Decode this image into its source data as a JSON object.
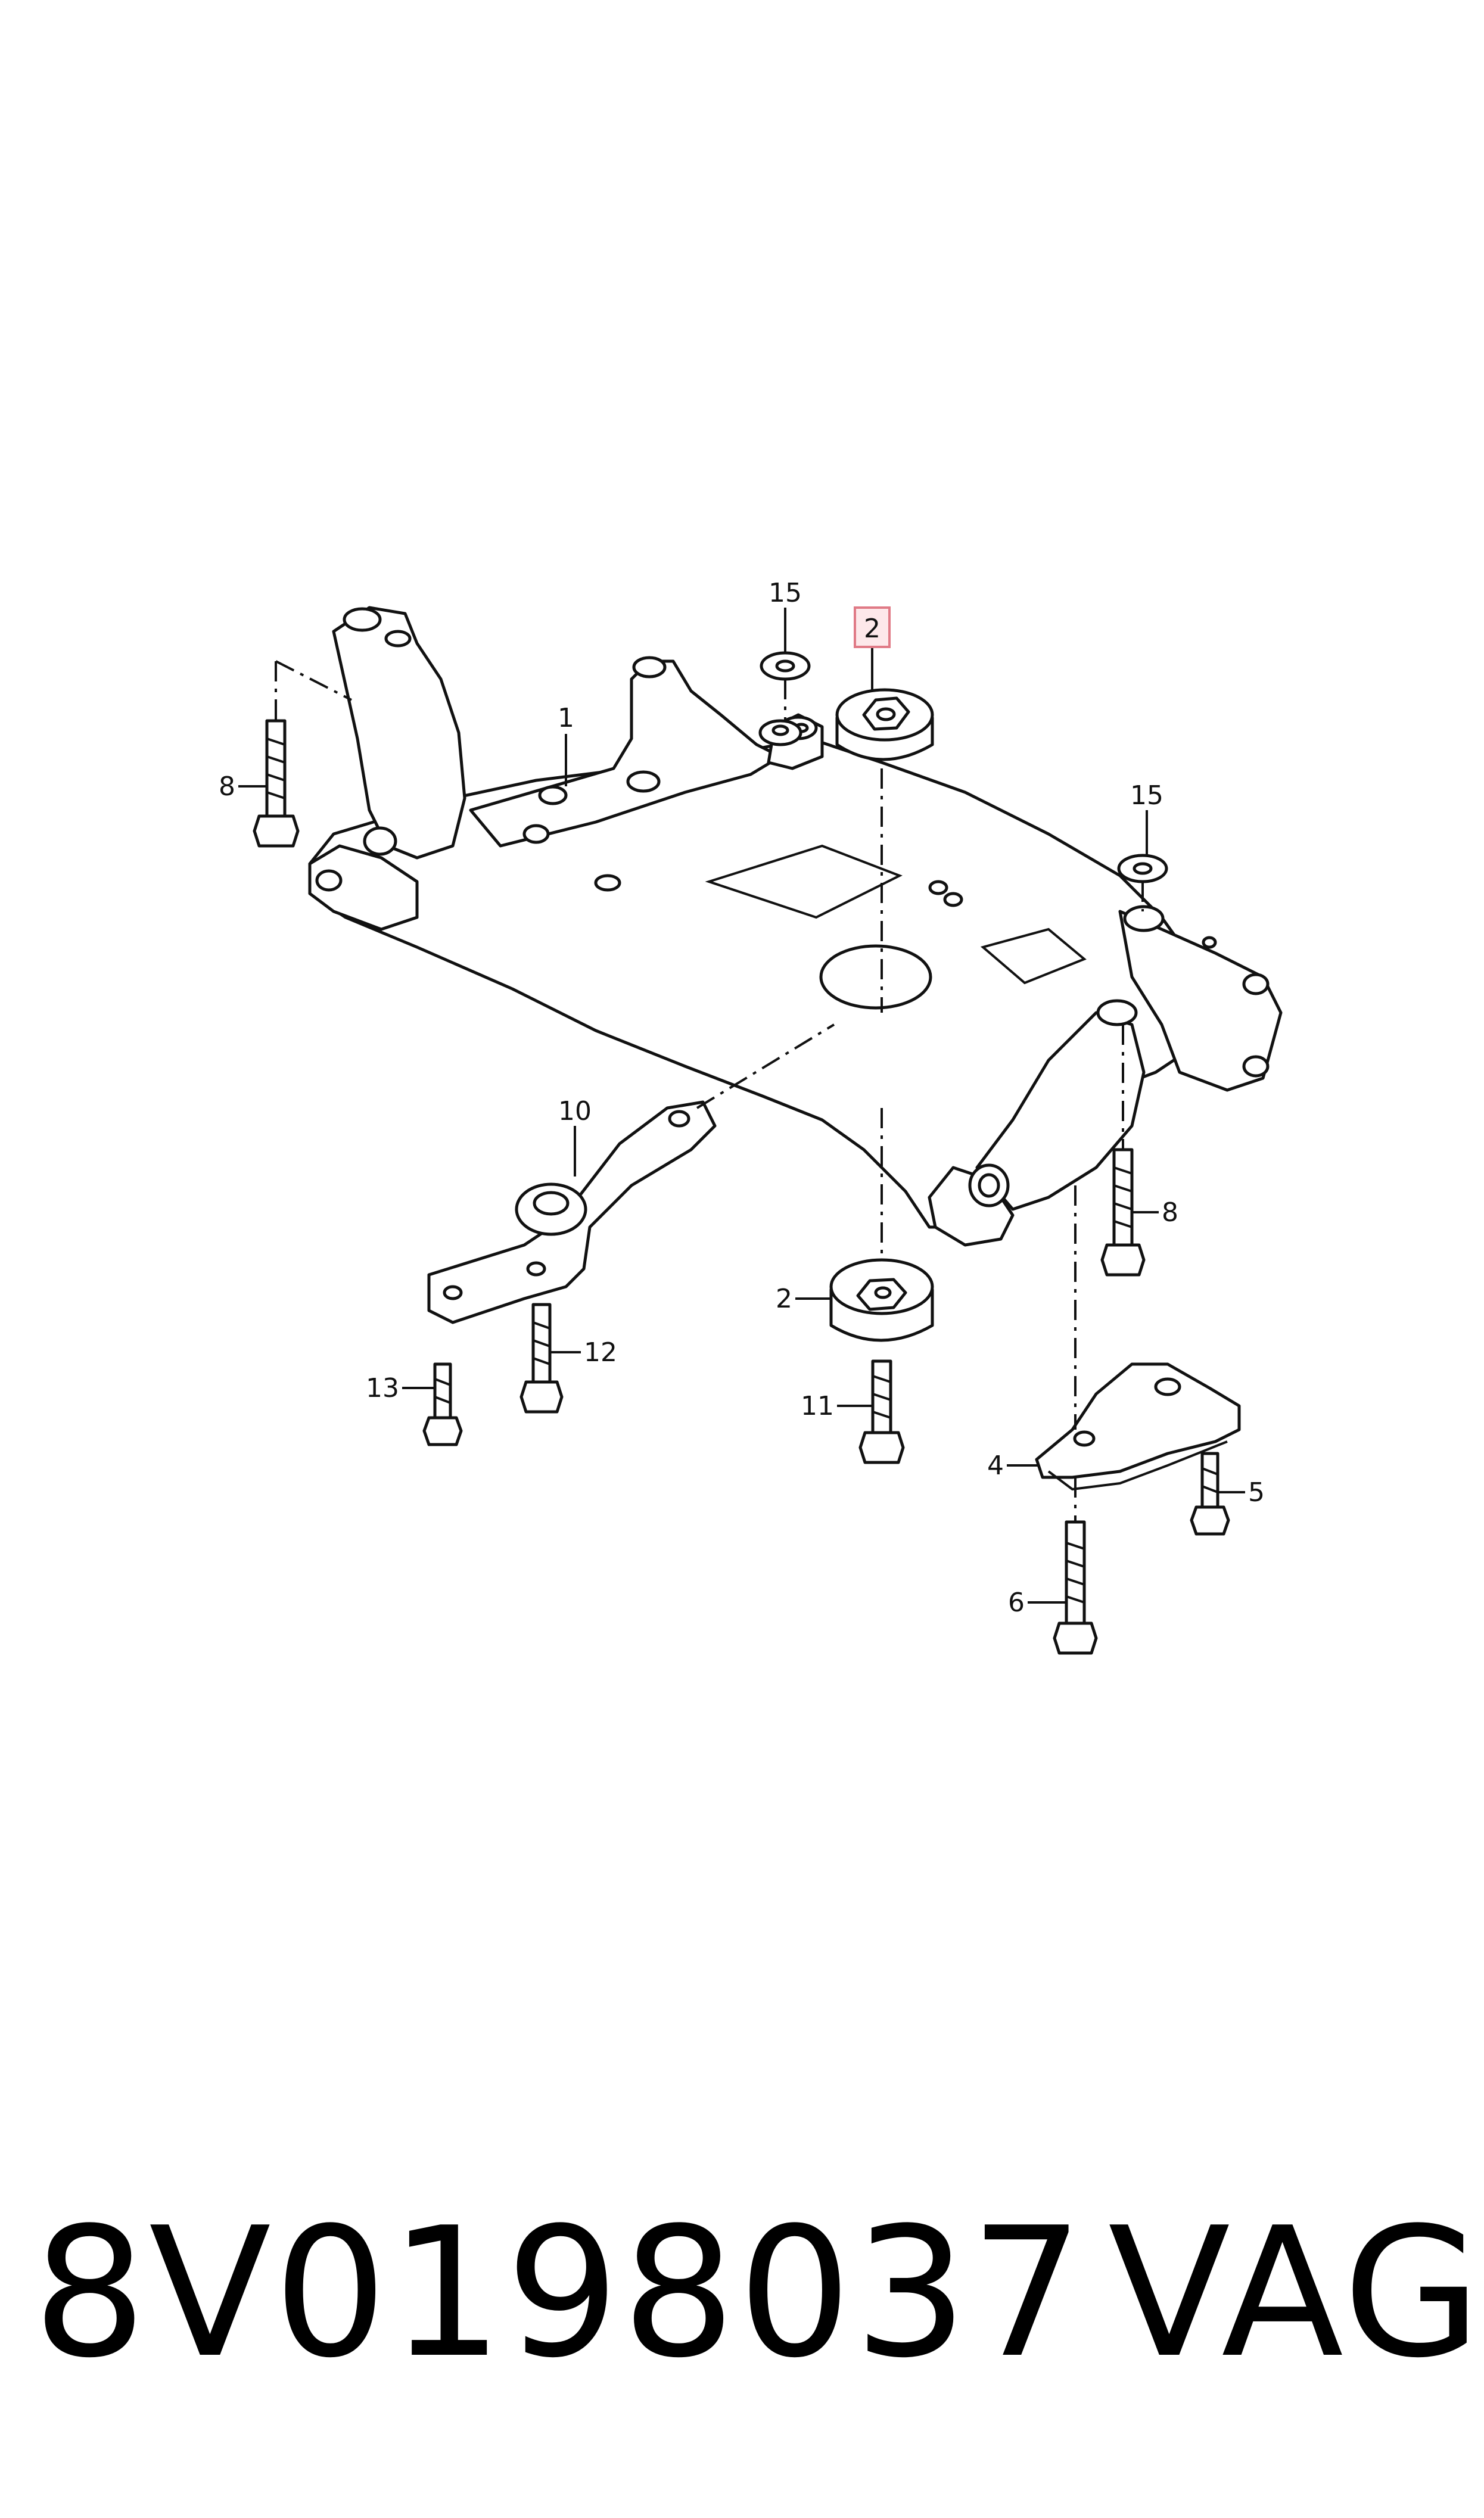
{
  "diagram": {
    "callouts": {
      "c1": "1",
      "c2_top": "2",
      "c2_bottom": "2",
      "c4": "4",
      "c5": "5",
      "c6": "6",
      "c8_left": "8",
      "c8_right": "8",
      "c10": "10",
      "c11": "11",
      "c12": "12",
      "c13": "13",
      "c15_left": "15",
      "c15_right": "15"
    },
    "highlighted_callout": "2",
    "highlight_color": "#e07a86"
  },
  "footer": {
    "part_number": "8V0198037",
    "brand": "VAG"
  }
}
